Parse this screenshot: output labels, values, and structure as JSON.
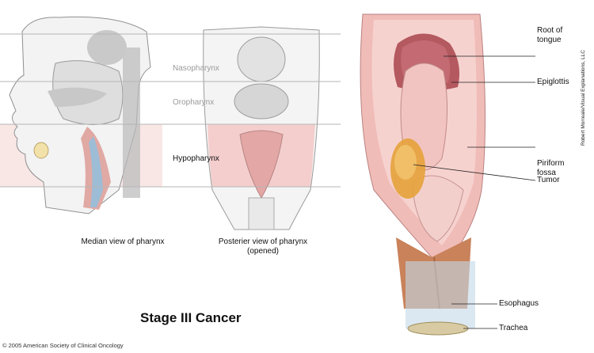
{
  "regions": {
    "nasopharynx": "Nasopharynx",
    "oropharynx": "Oropharynx",
    "hypopharynx": "Hypopharynx"
  },
  "captions": {
    "median": "Median view of pharynx",
    "posterior_line1": "Posterier view of pharynx",
    "posterior_line2": "(opened)"
  },
  "callouts": {
    "root_line1": "Root of",
    "root_line2": "tongue",
    "epiglottis": "Epiglottis",
    "piriform_line1": "Piriform",
    "piriform_line2": "fossa",
    "tumor": "Tumor",
    "esophagus": "Esophagus",
    "trachea": "Trachea"
  },
  "title": "Stage III Cancer",
  "copyright": "© 2005 American Society of Clinical Oncology",
  "credit": "Robert Morreale/Visual Explanations, LLC",
  "colors": {
    "highlight": "#f2c9c8",
    "tissue": "#e9b1ad",
    "tissue_dark": "#c98580",
    "tumor": "#e6a23a",
    "muscle": "#c9825a"
  }
}
